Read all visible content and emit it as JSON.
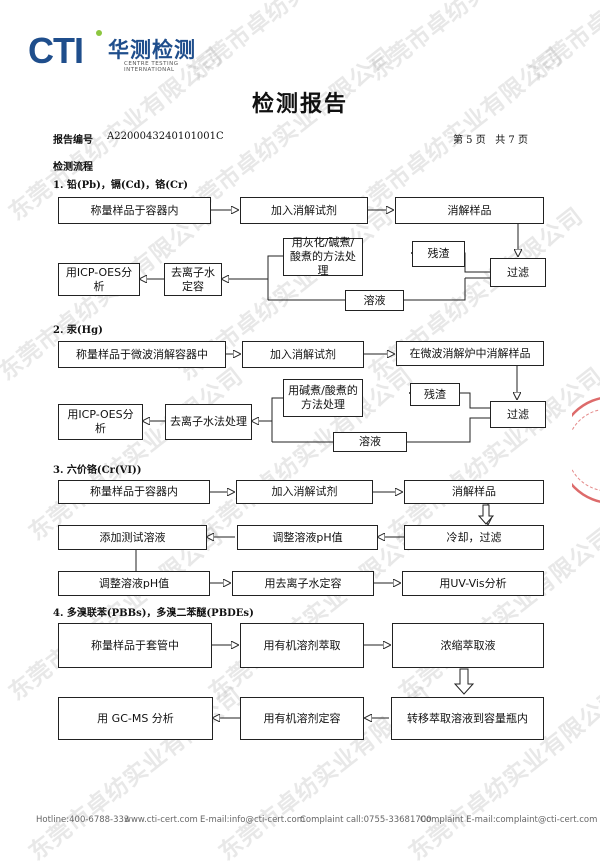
{
  "header": {
    "logo_cti": "CTI",
    "logo_cn": "华测检测",
    "logo_en": "CENTRE TESTING INTERNATIONAL"
  },
  "report": {
    "title": "检测报告",
    "number_label": "报告编号",
    "number": "A2200043240101001C",
    "page_info": "第 5 页   共 7 页"
  },
  "process_title": "检测流程",
  "sections": [
    {
      "title": "1.  铅(Pb)，镉(Cd)，铬(Cr)",
      "steps": [
        "称量样品于容器内",
        "加入消解试剂",
        "消解样品",
        "过滤",
        "残渣",
        "用灰化/碱煮/酸煮的方法处理",
        "溶液",
        "去离子水定容",
        "用ICP-OES分析"
      ]
    },
    {
      "title": "2.  汞(Hg)",
      "steps": [
        "称量样品于微波消解容器中",
        "加入消解试剂",
        "在微波消解炉中消解样品",
        "过滤",
        "残渣",
        "用碱煮/酸煮的方法处理",
        "溶液",
        "去离子水法处理",
        "用ICP-OES分析"
      ]
    },
    {
      "title": "3.  六价铬(Cr(VI))",
      "steps": [
        "称量样品于容器内",
        "加入消解试剂",
        "消解样品",
        "冷却，过滤",
        "调整溶液pH值",
        "添加测试溶液",
        "调整溶液pH值",
        "用去离子水定容",
        "用UV-Vis分析"
      ]
    },
    {
      "title": "4.  多溴联苯(PBBs)，多溴二苯醚(PBDEs)",
      "steps": [
        "称量样品于套管中",
        "用有机溶剂萃取",
        "浓缩萃取液",
        "转移萃取溶液到容量瓶内",
        "用有机溶剂定容",
        "用 GC-MS 分析"
      ]
    }
  ],
  "watermark": "东莞市卓纺实业有限公司",
  "footer": {
    "hotline": "Hotline:400-6788-333",
    "website": "www.cti-cert.com",
    "email": "E-mail:info@cti-cert.com",
    "complaint_call": "Complaint call:0755-33681700",
    "complaint_email": "Complaint E-mail:complaint@cti-cert.com"
  },
  "colors": {
    "logo_blue": "#1f4e8c",
    "logo_green": "#8cc63f",
    "watermark": "#969696"
  }
}
